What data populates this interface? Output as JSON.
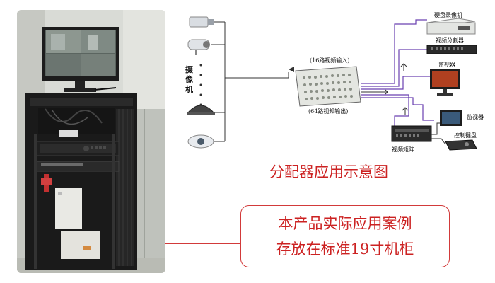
{
  "diagram": {
    "camera_label": "摄像机",
    "dvr_label": "硬盘录像机",
    "splitter_label": "视频分割器",
    "monitor_label": "监视器",
    "monitor2_label": "监视器",
    "keyboard_label": "控制键盘",
    "matrix_label": "视频矩阵",
    "input_label": "(16路视频输入)",
    "output_label": "(64路视频输出)",
    "caption": "分配器应用示意图"
  },
  "info_box": {
    "line1": "本产品实际应用案例",
    "line2": "存放在标准19寸机柜"
  },
  "colors": {
    "accent_red": "#cc2222",
    "wire_purple": "#6a40b0",
    "wire_dark": "#333333"
  }
}
